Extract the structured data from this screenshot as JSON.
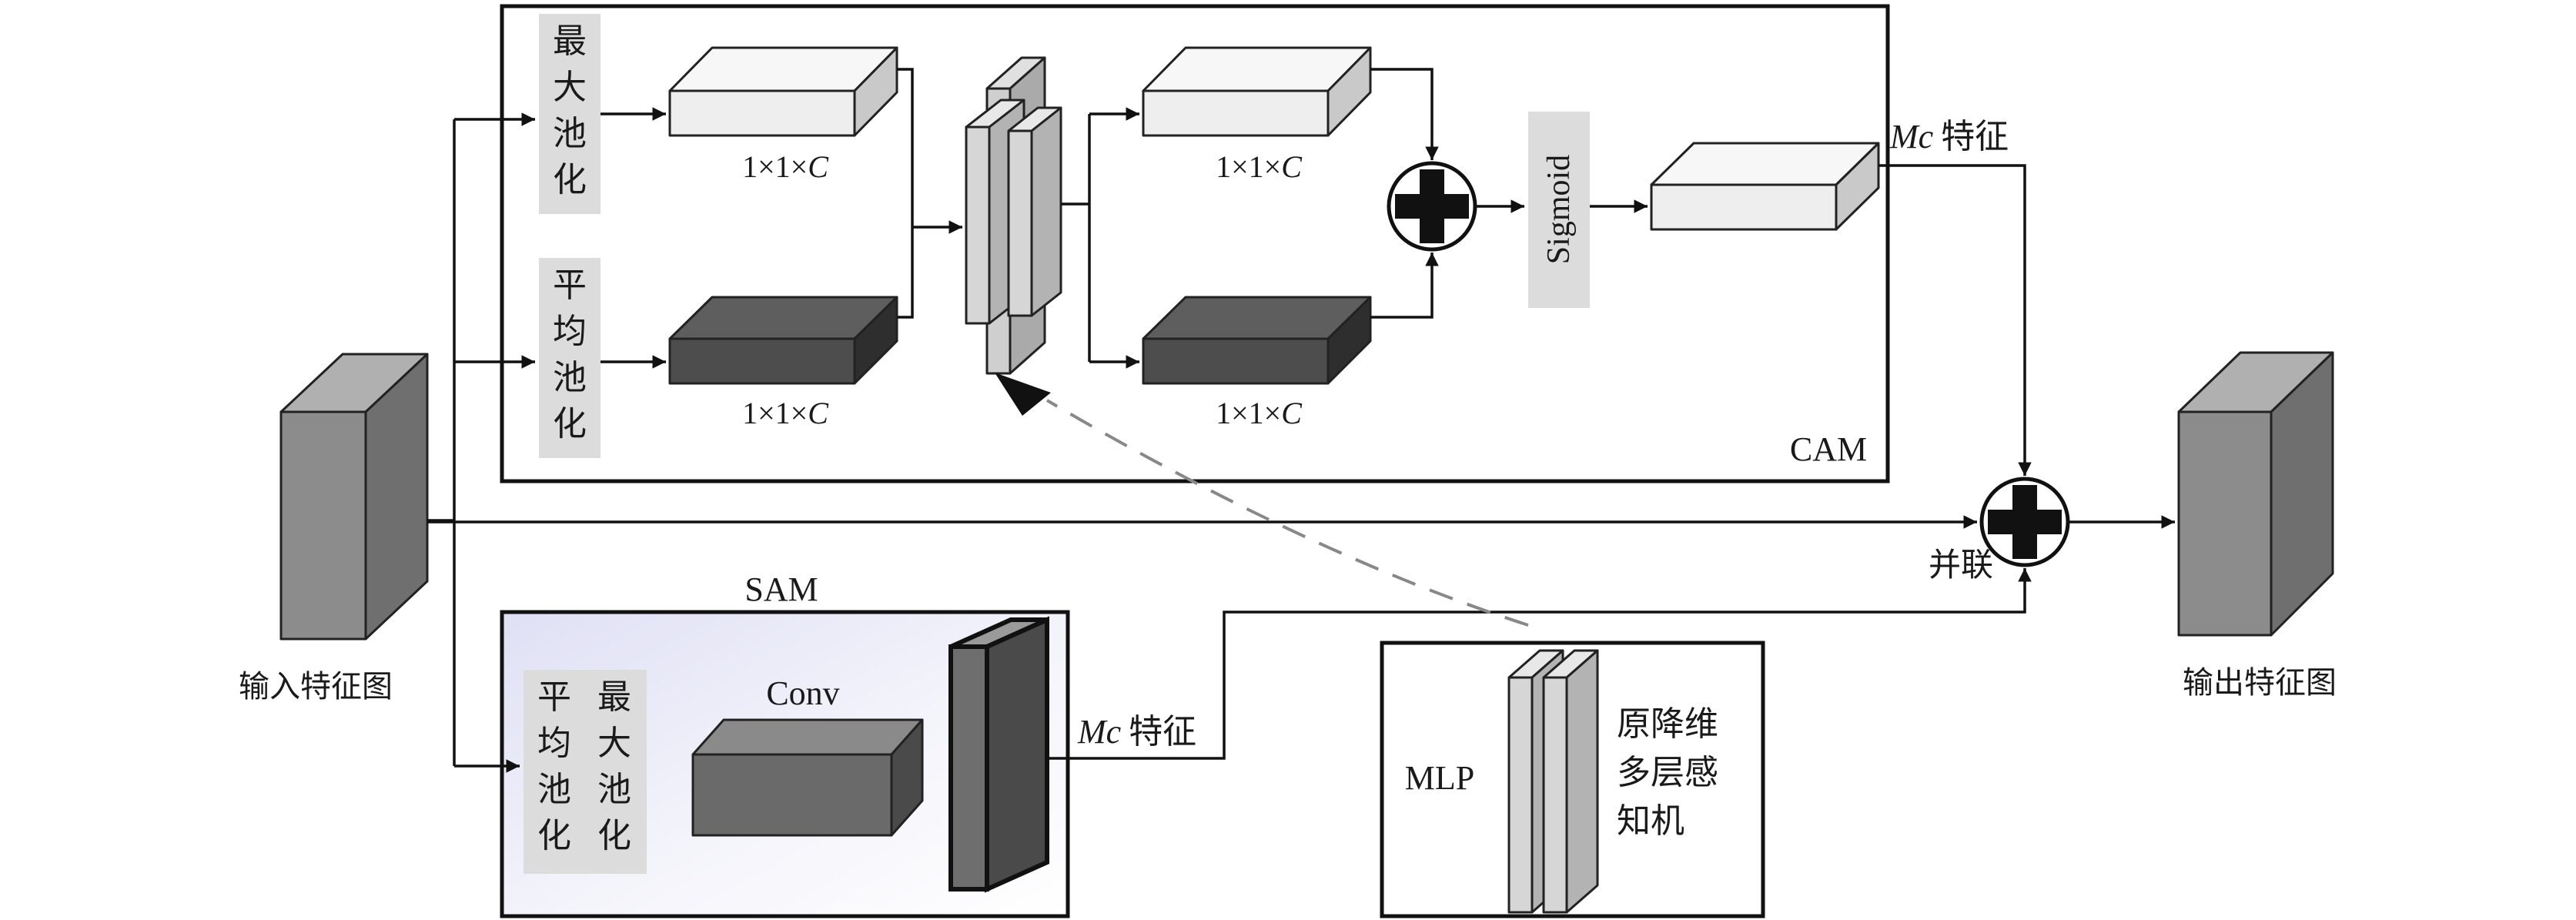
{
  "labels": {
    "input_map": "输入特征图",
    "output_map": "输出特征图",
    "cam_title": "CAM",
    "sam_title": "SAM",
    "max_pool": "最大池化",
    "avg_pool": "平均池化",
    "dim": "1×1×",
    "dim_var": "C",
    "sigmoid": "Sigmoid",
    "mc_var": "Mc",
    "feature": "特征",
    "concat": "并联",
    "conv": "Conv",
    "mlp": "MLP",
    "mlp_desc": [
      "原降维",
      "多层感",
      "知机"
    ]
  },
  "colors": {
    "light_block": "#eeeeee",
    "dark_block": "#4d4d4d",
    "feature_map": "#8c8c8c",
    "label_bg": "#dcdcdc",
    "sam_gradient_start": "#dfe0f4"
  }
}
